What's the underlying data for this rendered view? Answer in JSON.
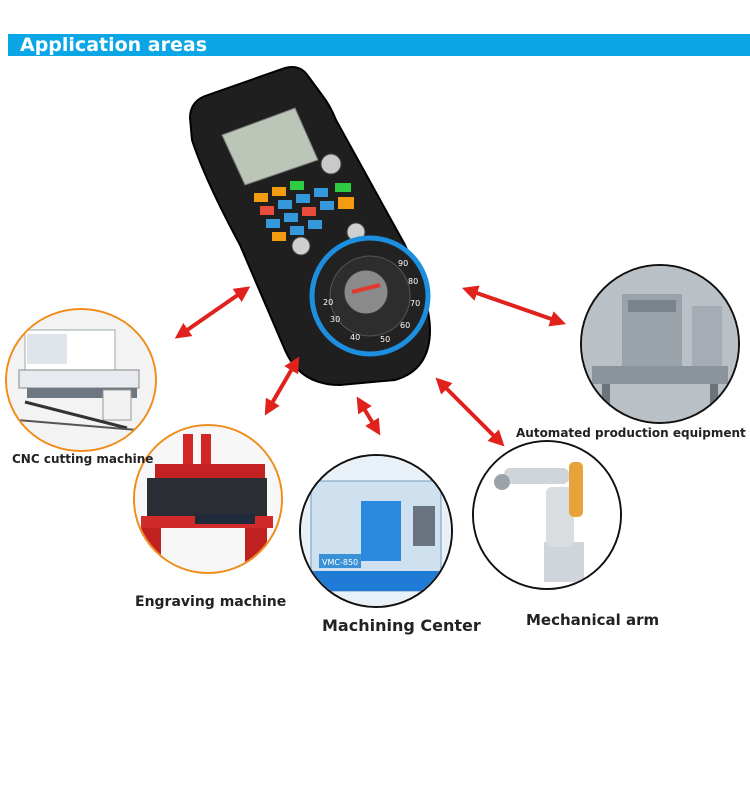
{
  "header": {
    "title": "Application areas",
    "color": "#0aa6e6"
  },
  "device": {
    "name": "wireless-mpg-handwheel",
    "dial_numbers": [
      "20",
      "30",
      "40",
      "50",
      "60",
      "70",
      "80",
      "90"
    ]
  },
  "applications": [
    {
      "key": "cnc",
      "label": "CNC cutting machine"
    },
    {
      "key": "engraving",
      "label": "Engraving machine"
    },
    {
      "key": "machining",
      "label": "Machining Center"
    },
    {
      "key": "arm",
      "label": "Mechanical arm"
    },
    {
      "key": "automated",
      "label": "Automated production equipment"
    }
  ],
  "machine_texts": {
    "vmc": "VMC-850"
  },
  "colors": {
    "arrow": "#e0211c",
    "ring_orange": "#f08c1a",
    "ring_dark": "#111111",
    "banner": "#0aa6e6"
  }
}
